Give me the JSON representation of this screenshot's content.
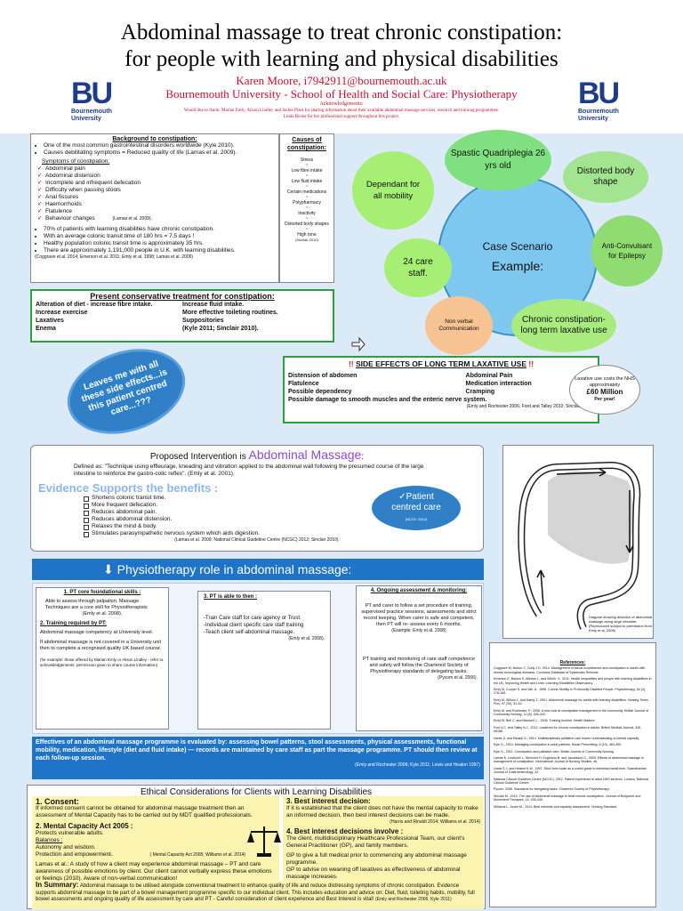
{
  "header": {
    "title_line1": "Abdominal massage to treat chronic constipation:",
    "title_line2": "for people with learning and physical disabilities",
    "author": "Karen Moore, i7942911@bournemouth.ac.uk",
    "institution": "Bournemouth University - School of Health and Social Care: Physiotherapy",
    "ack_title": "Acknowledgements:",
    "ack_line1": "Would like to thank: Marian Emly, Alison Lindley and Jackie Plant for sharing information about their available abdominal massage services, research and training programmes.",
    "ack_line2": "Linda Birder for her professional support throughout this project.",
    "logo_text": "BU",
    "logo_sub1": "Bournemouth",
    "logo_sub2": "University"
  },
  "background": {
    "title": "Background to constipation:",
    "bullets": [
      "One of the most common gastrointestinal disorders worldwide (Kyle 2010).",
      "Causes debilitating symptoms = Reduced quality of life (Lamas et al. 2009)."
    ],
    "symptoms_title": "Symptoms of constipation:",
    "symptoms": [
      "Abdominal pain",
      "Abdominal distension",
      "Incomplete and infrequent defecation",
      "Difficulty when passing stools",
      "Anal fissures",
      "Haemorrhoids",
      "Flatulence",
      "Behaviour changes"
    ],
    "symptoms_ref": "(Lamas et al. 2009).",
    "facts": [
      "70% of patients with learning disabilities have chronic constipation.",
      "With an average colonic transit time of 180 hrs = 7.5 days !",
      "Healthy population colonic transit time is approximately 35 hrs.",
      "There are approximately 1,191,000 people in U.K. with learning disabilities."
    ],
    "facts_ref": "(Coggrave et al. 2014; Emerson et al. 2011; Emly et al. 1998; Lamas et al. 2009)"
  },
  "causes": {
    "title": "Causes of constipation:",
    "items": [
      "Stress",
      "Low fibre intake",
      "Low fluid intake",
      "Certain medications",
      "Polypharmacy",
      "Inactivity",
      "Distorted body shapes",
      "High tone"
    ],
    "ref": "(Sinclair 2010)"
  },
  "case": {
    "center_line1": "Case Scenario",
    "center_line2": "Example:",
    "bubbles": [
      "Spastic Quadriplegia 26 yrs old",
      "Distorted body shape",
      "Anti-Convulsant for Epilepsy",
      "Chronic constipation- long term laxative use",
      "Non verbal Communication",
      "24 care staff.",
      "Dependant for all mobility"
    ]
  },
  "conservative": {
    "title": "Present conservative treatment for constipation:",
    "left": [
      "Alteration of diet - increase fibre intake.",
      "Increase exercise",
      "Laxatives",
      "Enema"
    ],
    "right": [
      "Increase fluid intake.",
      "More effective toileting routines.",
      "Suppositories",
      "(Kyle 2011; Sinclair 2010)."
    ]
  },
  "leaves_me": "Leaves me with all these side effects...is this patient centred care...???",
  "side_effects": {
    "title": "SIDE EFFECTS OF LONG TERM LAXATIVE USE",
    "left": [
      "Distension of abdomen",
      "Flatulence",
      "Possible dependency",
      "Possible damage to smooth muscles and the enteric nerve system."
    ],
    "right": [
      "Abdominal Pain",
      "Medication interaction",
      "Cramping"
    ],
    "ref": "(Emly and Rochester 2006; Ford and Talley 2012; Sinclair 2010).",
    "cost_line1": "Laxative use costs the NHS approximately",
    "cost_amount": "£60 Million",
    "cost_line2": "Per year!"
  },
  "intervention": {
    "prefix": "Proposed Intervention is",
    "name": "Abdominal Massage",
    "colon": ":",
    "definition": "Defined as:  \"Technique using effleurage, kneading and vibration applied to the abdominal wall following the presumed course of the large intestine to reinforce the gastro-colic reflex\".   (Emly et al. 2001).",
    "evidence_title": "Evidence Supports the benefits :",
    "benefits": [
      "Shortens colonic transit time.",
      "More frequent defecation.",
      "Reduces abdominal pain.",
      "Reduces abdominal distension.",
      "Relaxes the mind & body.",
      "Stimulates parasympathetic nervous system which aids digestion."
    ],
    "ref": "(Lamas et al. 2009; National Clinical Guideline Centre (NCGC) 2012; Sinclair 2010).",
    "patient_line1": "Patient",
    "patient_line2": "centred care",
    "patient_ref": "(NCGC 2012)"
  },
  "diagram": {
    "caption": "Diagram showing direction of abdominal massage along large intestine.",
    "caption_ref": "(Reproduced subject to permission from Emly et al. 2008)"
  },
  "physio": {
    "title": "Physiotherapy role in abdominal massage:",
    "col1_title1": "1. PT core foundational skills :",
    "col1_text1": "Able to assess through palpation. Massage Techniques are a core skill for Physiotherapists",
    "col1_ref1": "(Emly et al. 2008).",
    "col1_title2": "2. Training required by PT:",
    "col1_text2": "Abdominal massage competency at University level.",
    "col1_text3": "If abdominal massage is not covered in a University unit then to complete a recognised quality UK based course.",
    "col1_note": "(for example: those offered by Marian Emly or Alison Lindley - refer to acknowledgements: permission given to share course information)",
    "col2_title": "3. PT is able to then :",
    "col2_items": [
      "-Train Care staff for care agency or Trust.",
      "-Individual client specific care staff training",
      "-Teach client self-abdominal massage."
    ],
    "col2_ref": "(Emly et al. 2008).",
    "col3_title": "4. Ongoing assessment & monitoring:",
    "col3_text1": "PT and carer to follow a set procedure of training, supervised practice sessions, assessments and strict record keeping. When carer is safe and competent, then PT will re- assess every 6 months.",
    "col3_ref1": "(Example: Emly et al. 2008)",
    "col3_text2": "PT training and monitoring of care staff competence and safety will follow the Chartered Society of Physiotherapy standards of delegating tasks.",
    "col3_ref2": "(Pycom et al. 2006)."
  },
  "effect": {
    "text": "Effectives of an abdominal massage programme is evaluated by: assessing bowel patterns, stool assessments, physical assessments, functional mobility, medication, lifestyle (diet and fluid intake) — records are maintained by care staff as part the massage programme. PT should then review at each follow-up session.",
    "ref": "(Emly and Rochester 2006; Kyle 2011; Lewis and Heaton 1997)"
  },
  "references": {
    "title": "References:",
    "items": [
      "Coggrave M, Norton C, Cody J D. 2014. Management of faecal incontinence and constipation in adults with central neurological diseases. Cochrane Database of Systematic Reviews.",
      "Emerson E, Baines S, Allerton L, and Welch, V., 2011. Health inequalities and people with learning disabilities in the UK. Improving Health and Lives: Learning Disabilities Observatory.",
      "Emly M, Cooper S, and Vail, A., 1998. Colonic Motility in Profoundly Disabled People. Physiotherapy, 84 (4), 178-183.",
      "Emly M, Wilson L, and Darby J., 2001. Abdominal massage for adults with learning disabilities. Nursing Times Plus, 97 (30), 61-62.",
      "Emly M, and Rochester, P., 2006. A new look at constipation management in the community. British Journal of Community Nursing, 11 (8), 326-332.",
      "Emly M, Bell C, and Maxwell, L., 2008. Training booklet. Health Matters.",
      "Ford A C, and Talley N J., 2012. Laxatives for chronic constipation in adults. British Medical Journal, 345, e6168.",
      "Harris S, and Rinaldi G., 2014. Multidisciplinary palliative care teams' understanding of mental capacity.",
      "Kyle G., 2010. Managing constipation in adult patients. Nurse Prescribing, 8 (10), 484-490.",
      "Kyle G., 2011. Constipation and palliative care. British Journal of Community Nursing.",
      "Lamas K, Lindholm L, Stenlund H, Engstrom B, and Jacobsson C., 2009. Effects of abdominal massage in management of constipation. International Journal of Nursing Studies, 46.",
      "Lewis S J, and Heaton K W., 1997. Stool form scale as a useful guide to intestinal transit time. Scandinavian Journal of Gastroenterology, 32.",
      "National Clinical Guideline Centre (NCGC), 2012. Patient experience in adult NHS services. London: National Clinical Guideline Centre.",
      "Pycom, 2006. Standards for delegating tasks. Chartered Society of Physiotherapy.",
      "Sinclair M., 2010. The use of abdominal massage to treat chronic constipation. Journal of Bodywork and Movement Therapies, 15, 436-445.",
      "Williams L, Jones M., 2014. Best interests and capacity assessment. Nursing Standard."
    ]
  },
  "ethics": {
    "title": "Ethical Considerations for Clients with Learning Disabilities",
    "consent_title": "1. Consent:",
    "consent_text": "If informed consent cannot be obtained for abdominal massage treatment then an assessment of Mental Capacity has to be carried out by MDT qualified professionals.",
    "mca_title": "2. Mental Capacity Act 2005 :",
    "mca_line1": "Protects vulnerable adults.",
    "mca_balances": "Balances :",
    "mca_line2": "Autonomy and wisdom.",
    "mca_line3": "Protection and empowerment.",
    "mca_ref": "( Mental Capacity Act 2005; Williams et al. 2014)",
    "lamas_text": "Lamas et al.: A study of how a client may experience abdominal massage – PT and care awareness of possible emotions by client. Our client cannot verbally express these emotions or feelings (2010). Aware of non-verbal communication!",
    "bid_title": "3. Best interest decision:",
    "bid_text": "If it is established that the client does not have the mental capacity to make an informed decision, then best interest decisions can be made.",
    "bid_ref": "(Harris and Rinaldi 2014; Williams et al. 2014)",
    "bidi_title": "4. Best interest decisions involve :",
    "bidi_text": "The client, multidisciplinary Healthcare Professional Team, our client's General Practitioner (GP), and family members.",
    "gp1": "GP to give a full medical prior to commencing any abdominal massage programme.",
    "gp2": "GP to advise on weaning off laxatives as effectiveness of abdominal massage increases.",
    "summary_label": "In Summary:",
    "summary_text": "Abdominal massage to be utilised alongside conventional treatment to enhance quality of life and reduce distressing symptoms of chronic constipation. Evidence supports abdominal massage to be part of a bowel management programme specific to our individual client. This includes education and advice on: Diet, fluid, toileting habits, mobility, full bowel assessments and ongoing quality of life assessment by care and PT - Careful consideration of client experience and Best Interest is vital!",
    "summary_ref": "(Emly and Rochester 2006; Kyle 2011)"
  }
}
